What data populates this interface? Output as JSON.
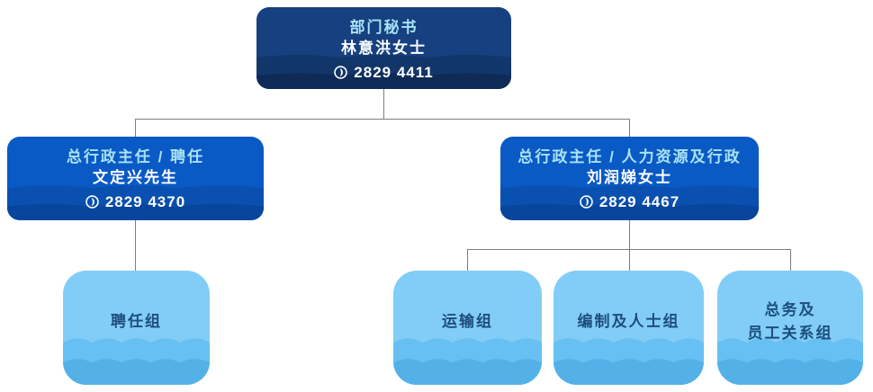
{
  "icons": {
    "phone": "phone-in-circle"
  },
  "colors": {
    "root_box": "#16407f",
    "manager_box": "#0a5ac6",
    "team_box": "#82cdf7",
    "title_text": "#a9e2f5",
    "body_text": "#ffffff",
    "team_text": "#1c4e7e",
    "connector": "#7d7d7d"
  },
  "org": {
    "root": {
      "title": "部门秘书",
      "name": "林意洪女士",
      "phone": "2829 4411"
    },
    "managers": [
      {
        "title": "总行政主任 / 聘任",
        "name": "文定兴先生",
        "phone": "2829 4370"
      },
      {
        "title": "总行政主任 / 人力资源及行政",
        "name": "刘润娣女士",
        "phone": "2829 4467"
      }
    ],
    "teams": [
      {
        "label": "聘任组"
      },
      {
        "label": "运输组"
      },
      {
        "label": "编制及人士组"
      },
      {
        "label": "总务及\n员工关系组"
      }
    ]
  }
}
